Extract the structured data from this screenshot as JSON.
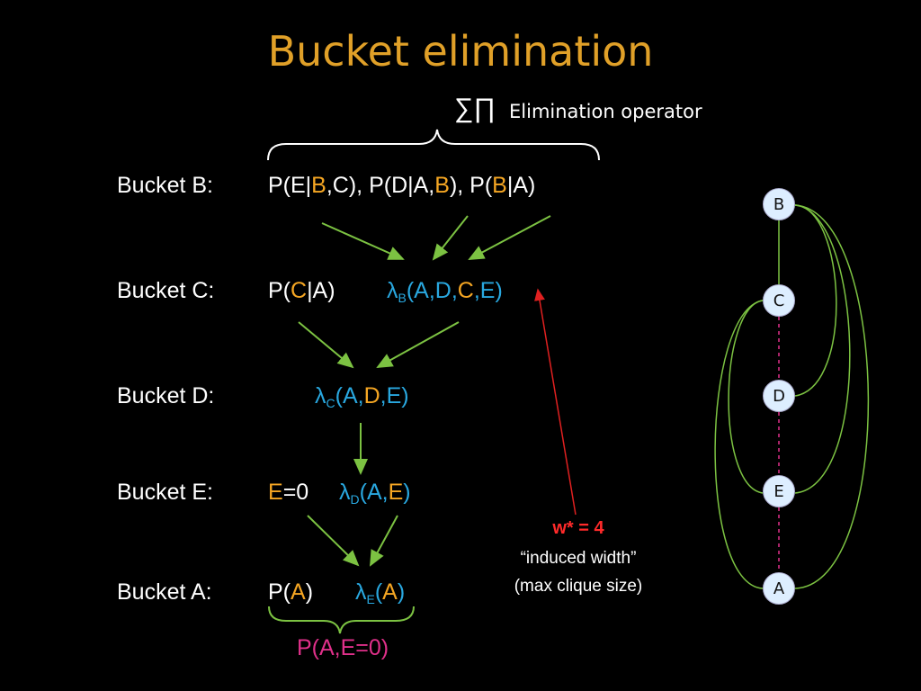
{
  "title": "Bucket elimination",
  "operator": {
    "symbol": "∑∏",
    "label": "Elimination operator"
  },
  "buckets": {
    "B": {
      "label": "Bucket B:",
      "s1": "P(E|",
      "s2": "B",
      "s3": ",C),  P(D|A,",
      "s4": "B",
      "s5": "), P(",
      "s6": "B",
      "s7": "|A)"
    },
    "C": {
      "label": "Bucket C:",
      "s1": "P(",
      "s2": "C",
      "s3": "|A)",
      "lam": "λ",
      "lam_sub": "B",
      "args1": "(A,D,",
      "args2": "C",
      "args3": ",E)"
    },
    "D": {
      "label": "Bucket D:",
      "lam": "λ",
      "lam_sub": "C",
      "args1": "(A,",
      "args2": "D",
      "args3": ",E)"
    },
    "E": {
      "label": "Bucket E:",
      "e": "E",
      "eq": "=0",
      "lam": "λ",
      "lam_sub": "D",
      "args1": "(A,",
      "args2": "E",
      "args3": ")"
    },
    "A": {
      "label": "Bucket A:",
      "s1": "P(",
      "s2": "A",
      "s3": ")",
      "lam": "λ",
      "lam_sub": "E",
      "args1": "(",
      "args2": "A",
      "args3": ")"
    }
  },
  "result": "P(A,E=0)",
  "width": {
    "value": "w* = 4",
    "line1": "“induced width”",
    "line2": "(max clique size)"
  },
  "graph": {
    "nodes": [
      "B",
      "C",
      "D",
      "E",
      "A"
    ]
  },
  "colors": {
    "title": "#e0a028",
    "highlight": "#f5a623",
    "lambda": "#29a8e0",
    "result": "#e0308a",
    "arrow": "#7cc242",
    "width_arrow": "#e02020"
  }
}
